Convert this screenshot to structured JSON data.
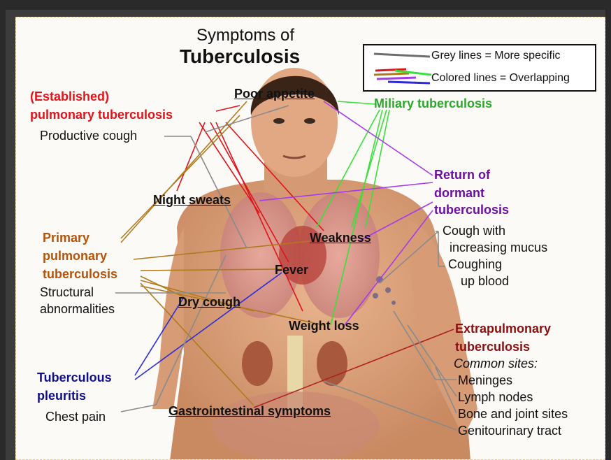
{
  "title": {
    "line1": "Symptoms of",
    "line2": "Tuberculosis"
  },
  "legend": {
    "grey": "Grey lines = More specific",
    "colored": "Colored lines = Overlapping"
  },
  "forms": {
    "established": [
      "(Established)",
      "pulmonary tuberculosis"
    ],
    "miliary": "Miliary tuberculosis",
    "return": [
      "Return of",
      "dormant",
      "tuberculosis"
    ],
    "primary": [
      "Primary",
      "pulmonary",
      "tuberculosis"
    ],
    "pleuritis": [
      "Tuberculous",
      "pleuritis"
    ],
    "extrapulmonary": [
      "Extrapulmonary",
      "tuberculosis"
    ]
  },
  "symptoms": {
    "poor_appetite": "Poor appetite",
    "night_sweats": "Night sweats",
    "weakness": "Weakness",
    "fever": "Fever",
    "dry_cough": "Dry cough",
    "weight_loss": "Weight loss",
    "gi": "Gastrointestinal symptoms"
  },
  "specific": {
    "productive_cough": "Productive cough",
    "structural": [
      "Structural",
      "abnormalities"
    ],
    "chest_pain": "Chest pain",
    "cough_mucus": [
      "Cough with",
      "increasing mucus"
    ],
    "coughing_blood": [
      "Coughing",
      "up blood"
    ],
    "common_sites": "Common sites:",
    "sites": [
      "Meninges",
      "Lymph nodes",
      "Bone and joint sites",
      "Genitourinary tract"
    ]
  },
  "colors": {
    "established": "#e0141b",
    "miliary": "#39e03a",
    "return": "#a73be8",
    "primary": "#b07a1c",
    "pleuritis": "#2b2bd8",
    "extrapulmonary": "#b02020",
    "specific": "#8a8a8a"
  }
}
